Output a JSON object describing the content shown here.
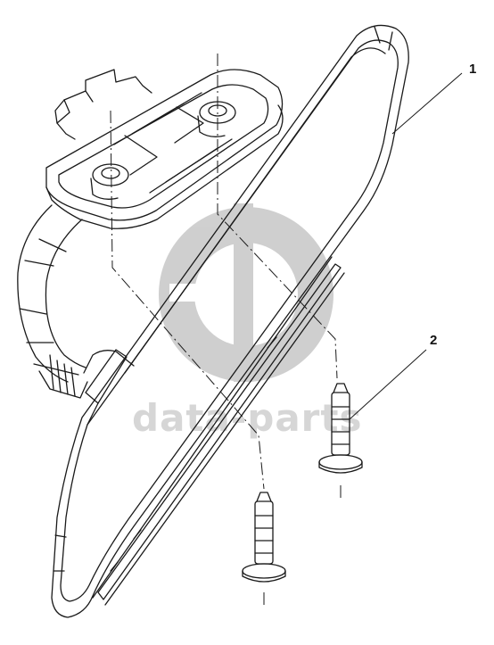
{
  "diagram": {
    "callouts": [
      {
        "id": "1",
        "label": "1"
      },
      {
        "id": "2",
        "label": "2"
      }
    ],
    "watermark": {
      "text": "data-parts",
      "color": "#bdbdbd"
    },
    "line_color": "#1a1a1a"
  }
}
